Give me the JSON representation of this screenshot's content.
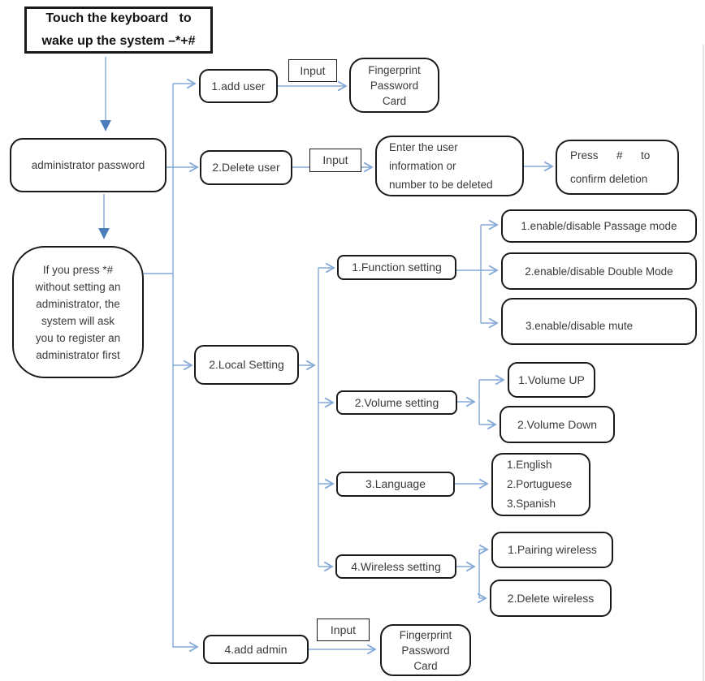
{
  "diagram": {
    "wake_box": "Touch the keyboard   to\nwake up the system –*+#",
    "admin_password": "administrator password",
    "if_press_note": "If you press *#\nwithout setting an\nadministrator, the\nsystem will ask\nyou to register an\nadministrator first",
    "add_user": "1.add user",
    "input_1": "Input",
    "fingerprint_1": "Fingerprint\nPassword\nCard",
    "delete_user": "2.Delete user",
    "input_2": "Input",
    "enter_info": "Enter the user\ninformation or\nnumber to be deleted",
    "press_confirm": "Press      #      to\nconfirm deletion",
    "function_setting": "1.Function setting",
    "passage_mode": "1.enable/disable Passage mode",
    "double_mode": "2.enable/disable Double Mode",
    "mute": "3.enable/disable mute",
    "local_setting": "2.Local Setting",
    "volume_setting": "2.Volume setting",
    "volume_up": "1.Volume UP",
    "volume_down": "2.Volume Down",
    "language": "3.Language",
    "language_options": "1.English\n2.Portuguese\n3.Spanish",
    "wireless_setting": "4.Wireless setting",
    "pairing_wireless": "1.Pairing wireless",
    "delete_wireless": "2.Delete wireless",
    "add_admin": "4.add admin",
    "input_3": "Input",
    "fingerprint_2": "Fingerprint\nPassword\nCard"
  },
  "colors": {
    "connector": "#84a9d8",
    "solid_arrow": "#4a7ebb",
    "box_border": "#1a1a1a",
    "text": "#3a3a3a"
  }
}
